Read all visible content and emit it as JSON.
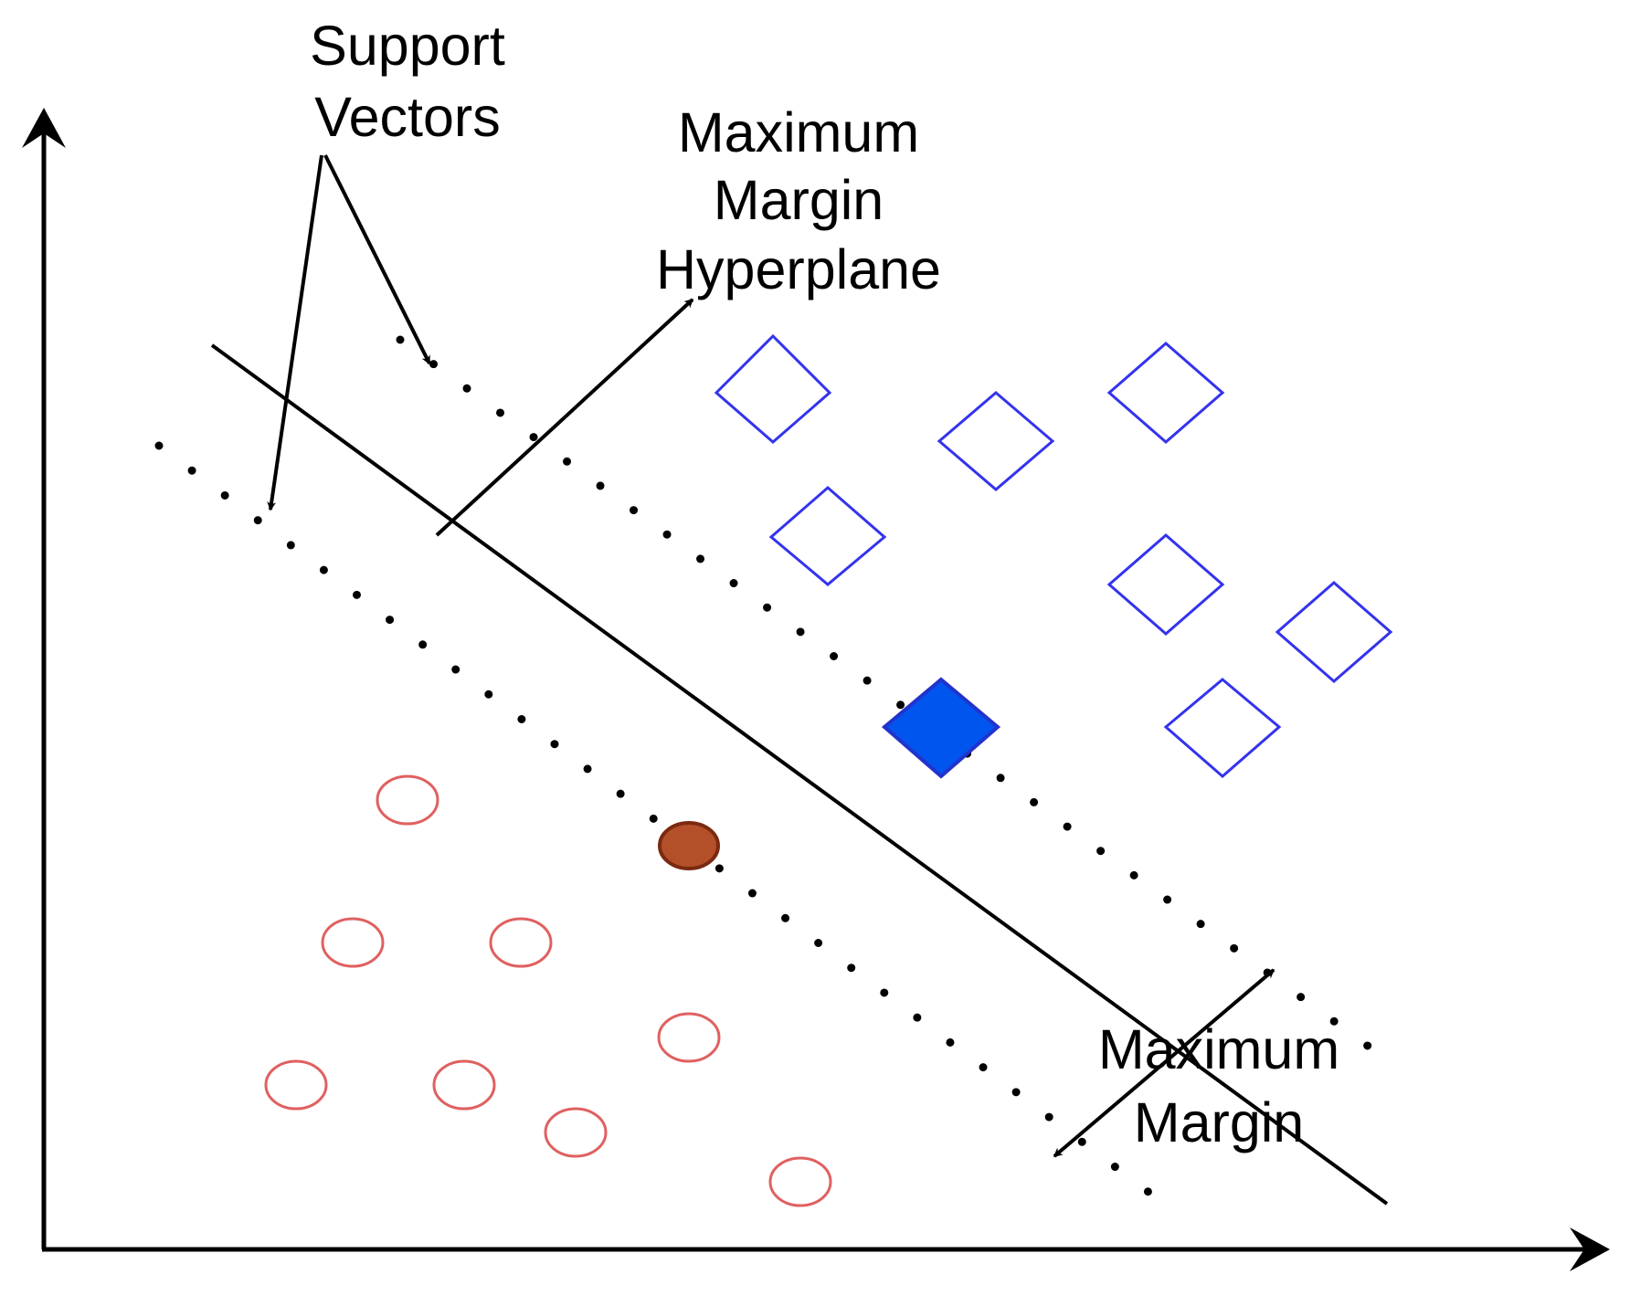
{
  "labels": {
    "support_vectors": [
      "Support",
      "Vectors"
    ],
    "hyperplane": [
      "Maximum",
      "Margin",
      "Hyperplane"
    ],
    "margin": [
      "Maximum",
      "Margin"
    ]
  },
  "colors": {
    "class_a_outline": "#3333ee",
    "class_a_support_fill": "#0055ee",
    "class_a_support_stroke": "#2233cc",
    "class_b_outline": "#e06060",
    "class_b_support_fill": "#b3502a",
    "class_b_support_stroke": "#7a2a10",
    "ink": "#000000"
  },
  "classes": [
    {
      "name": "",
      "marker": "diamond",
      "count": 8,
      "support_vectors": 1
    },
    {
      "name": "",
      "marker": "circle",
      "count": 9,
      "support_vectors": 1
    }
  ]
}
